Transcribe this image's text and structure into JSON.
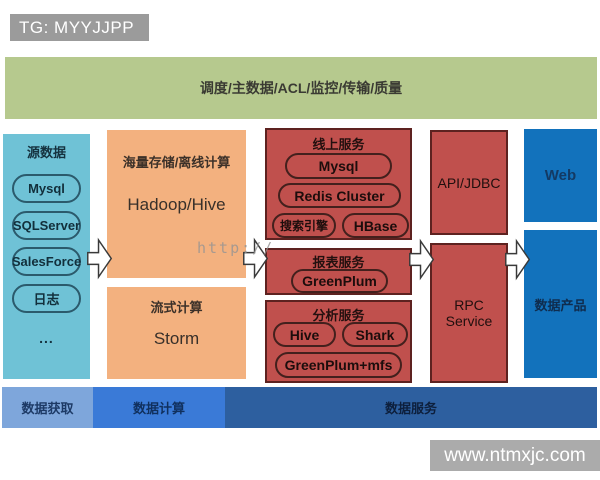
{
  "header": {
    "tg_label": "TG: MYYJJPP"
  },
  "banner": {
    "label": "调度/主数据/ACL/监控/传输/质量"
  },
  "diagram": {
    "source": {
      "title": "源数据",
      "items": [
        "Mysql",
        "SQLServer",
        "SalesForce",
        "日志"
      ],
      "more": "..."
    },
    "batch": {
      "title": "海量存储/离线计算",
      "tech": "Hadoop/Hive"
    },
    "stream": {
      "title": "流式计算",
      "tech": "Storm"
    },
    "online": {
      "title": "线上服务",
      "items": [
        "Mysql",
        "Redis Cluster",
        "搜索引擎",
        "HBase"
      ]
    },
    "report": {
      "title": "报表服务",
      "items": [
        "GreenPlum"
      ]
    },
    "analysis": {
      "title": "分析服务",
      "items": [
        "Hive",
        "Shark",
        "GreenPlum+mfs"
      ]
    },
    "interface": {
      "api": "API/JDBC",
      "rpc": "RPC Service"
    },
    "products": {
      "web": "Web",
      "data_product": "数据产品"
    }
  },
  "footer": {
    "segments": [
      "数据获取",
      "数据计算",
      "数据服务"
    ]
  },
  "watermarks": {
    "url_text": "http://",
    "site": "www.ntmxjc.com"
  },
  "colors": {
    "banner_green": "#b6c98e",
    "source_blue": "#6fc2d6",
    "compute_orange": "#f3b17f",
    "service_red": "#c0504d",
    "product_blue": "#1272bc",
    "footer_light_blue": "#7ea6db",
    "footer_mid_blue": "#3a7ad7",
    "footer_dark_blue": "#2d5f9f",
    "label_gray": "#9b9b9b"
  }
}
